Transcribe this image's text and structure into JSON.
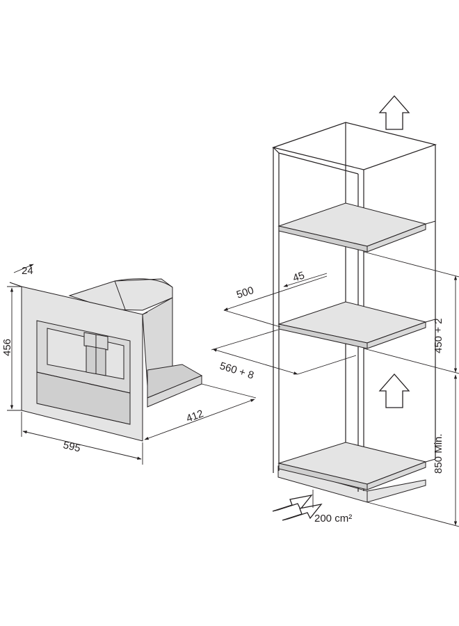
{
  "dimensions": {
    "depth_frame": "24",
    "height": "456",
    "width": "595",
    "depth": "412",
    "niche_depth": "500",
    "niche_offset": "45",
    "niche_width": "560 + 8",
    "niche_height": "450 + 2",
    "floor_height": "850 Min.",
    "ventilation": "200 cm²"
  }
}
